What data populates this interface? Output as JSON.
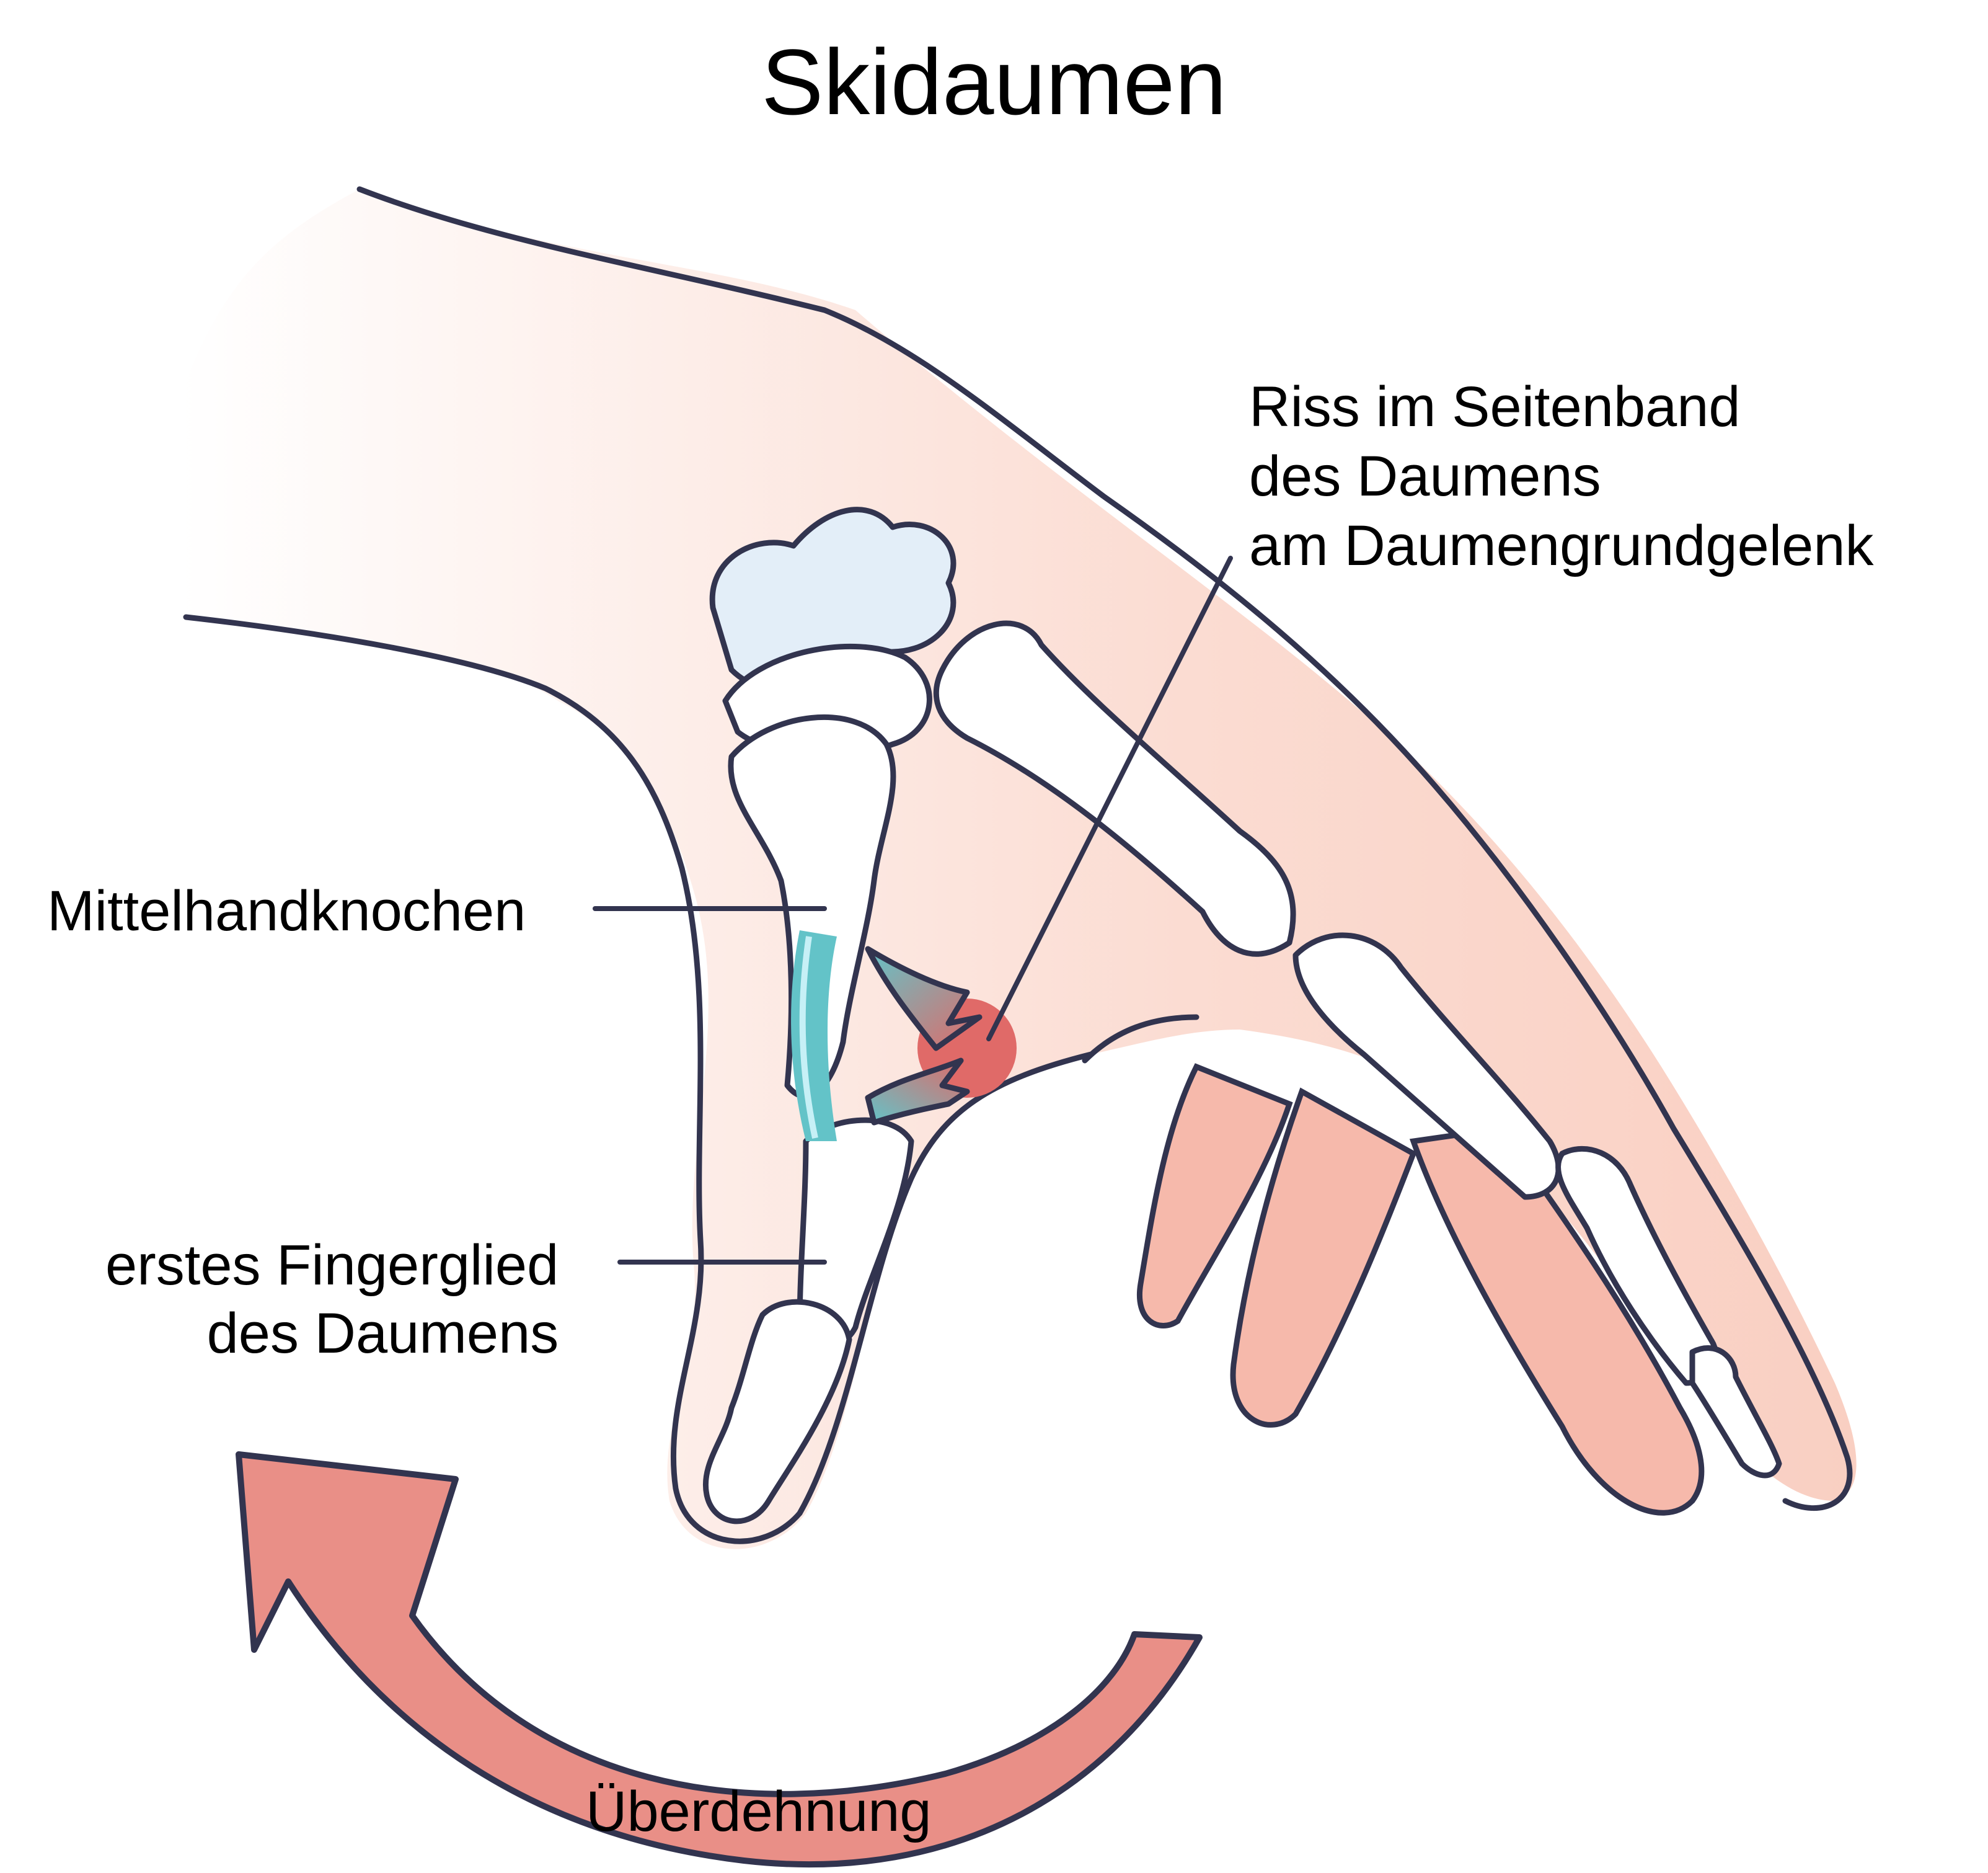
{
  "diagram": {
    "title": "Skidaumen",
    "labels": {
      "ligament_tear": [
        "Riss im Seitenband",
        "des Daumens",
        "am Daumengrundgelenk"
      ],
      "metacarpal": "Mittelhandknochen",
      "first_phalanx": [
        "erstes Fingerglied",
        "des Daumens"
      ],
      "hyperextension": "Überdehnung"
    },
    "colors": {
      "skin": "#f9cfc2",
      "skin_light": "#fde6df",
      "outline": "#32344f",
      "bone": "#ffffff",
      "bone_shade": "#c8dcef",
      "ligament": "#63c3c8",
      "ligament_light": "#c6f0f6",
      "injury": "#e06a68",
      "arrow": "#e98f87"
    }
  }
}
